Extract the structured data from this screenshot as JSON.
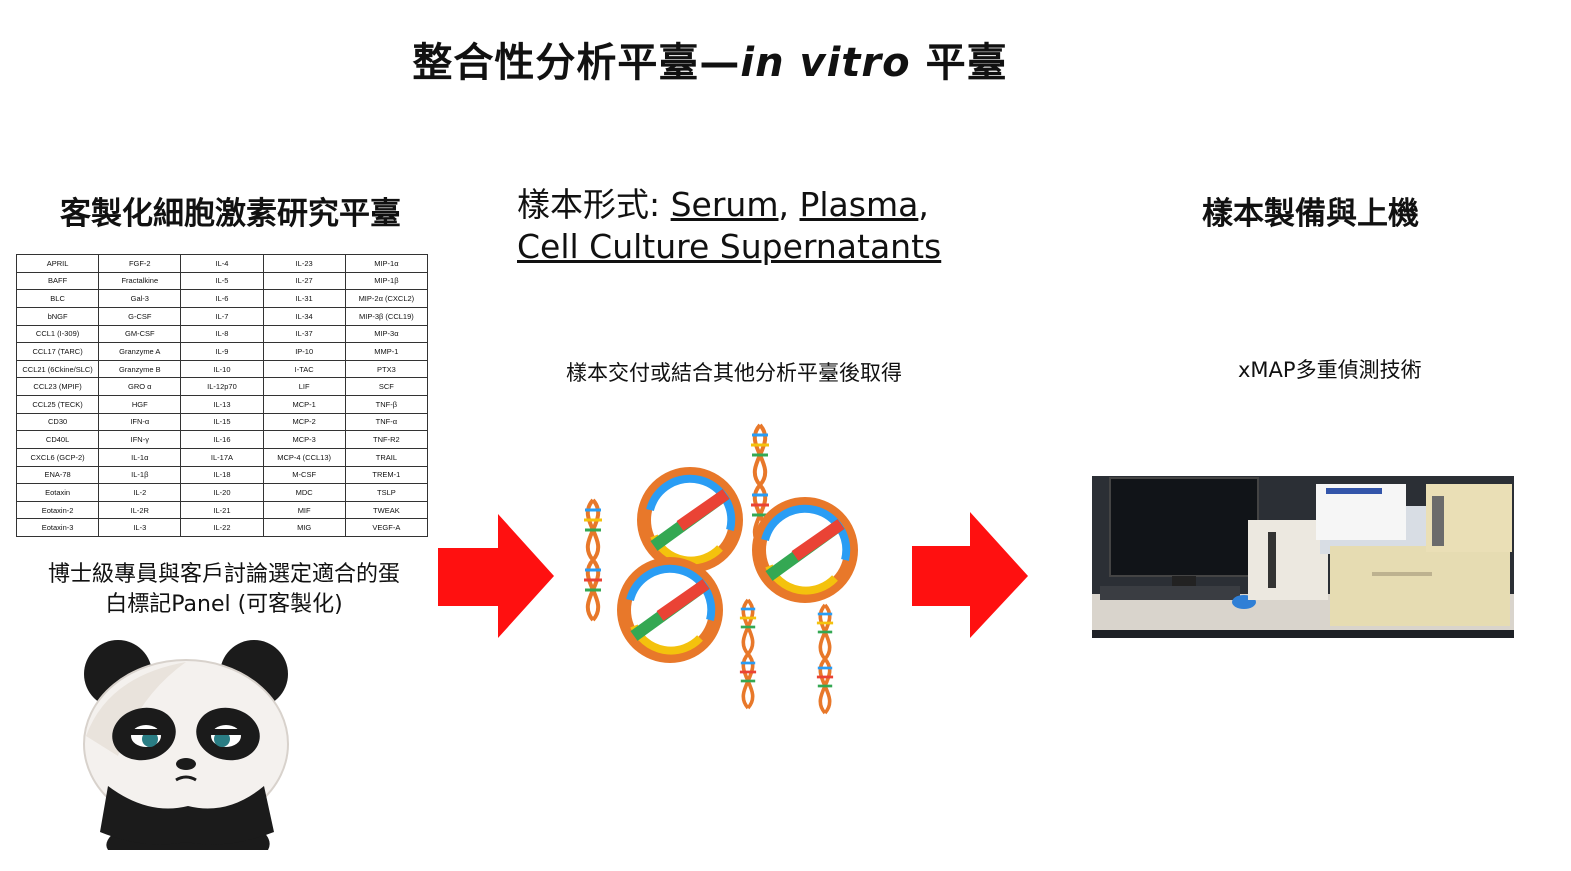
{
  "title": {
    "main": "整合性分析平臺—",
    "italic": "in vitro",
    "tail": " 平臺"
  },
  "left": {
    "heading": "客製化細胞激素研究平臺",
    "caption_line1": "博士級專員與客戶討論選定適合的蛋",
    "caption_line2": "白標記Panel (可客製化)",
    "table": [
      [
        "APRIL",
        "FGF-2",
        "IL-4",
        "IL-23",
        "MIP-1α"
      ],
      [
        "BAFF",
        "Fractalkine",
        "IL-5",
        "IL-27",
        "MIP-1β"
      ],
      [
        "BLC",
        "Gal-3",
        "IL-6",
        "IL-31",
        "MIP-2α (CXCL2)"
      ],
      [
        "bNGF",
        "G-CSF",
        "IL-7",
        "IL-34",
        "MIP-3β (CCL19)"
      ],
      [
        "CCL1 (I-309)",
        "GM-CSF",
        "IL-8",
        "IL-37",
        "MIP-3α"
      ],
      [
        "CCL17 (TARC)",
        "Granzyme A",
        "IL-9",
        "IP-10",
        "MMP-1"
      ],
      [
        "CCL21 (6Ckine/SLC)",
        "Granzyme B",
        "IL-10",
        "I-TAC",
        "PTX3"
      ],
      [
        "CCL23 (MPIF)",
        "GRO α",
        "IL-12p70",
        "LIF",
        "SCF"
      ],
      [
        "CCL25 (TECK)",
        "HGF",
        "IL-13",
        "MCP-1",
        "TNF-β"
      ],
      [
        "CD30",
        "IFN-α",
        "IL-15",
        "MCP-2",
        "TNF-α"
      ],
      [
        "CD40L",
        "IFN-γ",
        "IL-16",
        "MCP-3",
        "TNF-R2"
      ],
      [
        "CXCL6 (GCP-2)",
        "IL-1α",
        "IL-17A",
        "MCP-4 (CCL13)",
        "TRAIL"
      ],
      [
        "ENA-78",
        "IL-1β",
        "IL-18",
        "M-CSF",
        "TREM-1"
      ],
      [
        "Eotaxin",
        "IL-2",
        "IL-20",
        "MDC",
        "TSLP"
      ],
      [
        "Eotaxin-2",
        "IL-2R",
        "IL-21",
        "MIF",
        "TWEAK"
      ],
      [
        "Eotaxin-3",
        "IL-3",
        "IL-22",
        "MIG",
        "VEGF-A"
      ]
    ]
  },
  "middle": {
    "heading_prefix": "樣本形式: ",
    "sample_types": [
      "Serum",
      "Plasma",
      "Cell Culture Supernatants"
    ],
    "caption": "樣本交付或結合其他分析平臺後取得"
  },
  "right": {
    "heading": "樣本製備與上機",
    "caption": "xMAP多重偵測技術"
  },
  "colors": {
    "arrow": "#ff1010",
    "dna_orange": "#e8782a",
    "panda_black": "#1b1b1b"
  },
  "icons": [
    "right-arrow-icon",
    "dna-helix-icon",
    "panda-icon",
    "lab-instrument-photo"
  ]
}
